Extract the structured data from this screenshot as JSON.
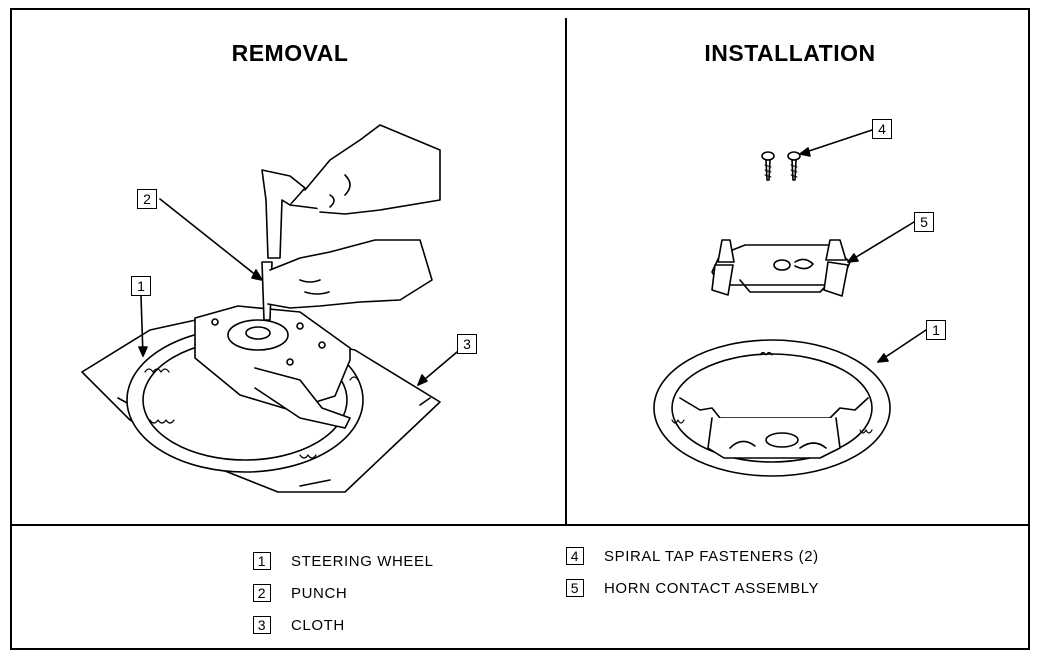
{
  "panels": {
    "removal_title": "REMOVAL",
    "installation_title": "INSTALLATION"
  },
  "callouts": {
    "removal": [
      "2",
      "1",
      "3"
    ],
    "installation": [
      "4",
      "5",
      "1"
    ]
  },
  "legend": [
    {
      "num": "1",
      "label": "STEERING WHEEL"
    },
    {
      "num": "2",
      "label": "PUNCH"
    },
    {
      "num": "3",
      "label": "CLOTH"
    },
    {
      "num": "4",
      "label": "SPIRAL TAP FASTENERS (2)"
    },
    {
      "num": "5",
      "label": "HORN CONTACT ASSEMBLY"
    }
  ]
}
